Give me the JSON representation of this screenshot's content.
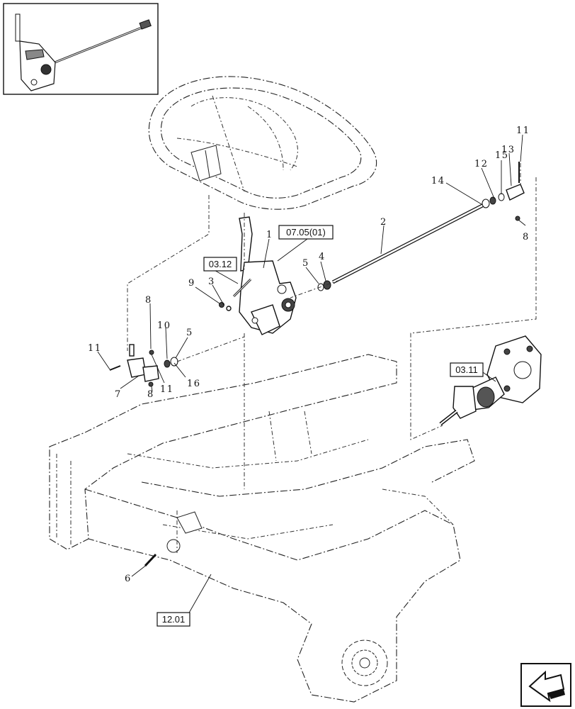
{
  "callouts": [
    "1",
    "2",
    "3",
    "4",
    "5",
    "5",
    "6",
    "7",
    "8",
    "8",
    "8",
    "9",
    "10",
    "11",
    "11",
    "11",
    "12",
    "13",
    "14",
    "15",
    "16"
  ],
  "references": [
    "07.05(01)",
    "03.12",
    "03.11",
    "12.01"
  ],
  "icons": {
    "inset": "overview-thumbnail-icon",
    "nav": "next-page-arrow-icon"
  }
}
